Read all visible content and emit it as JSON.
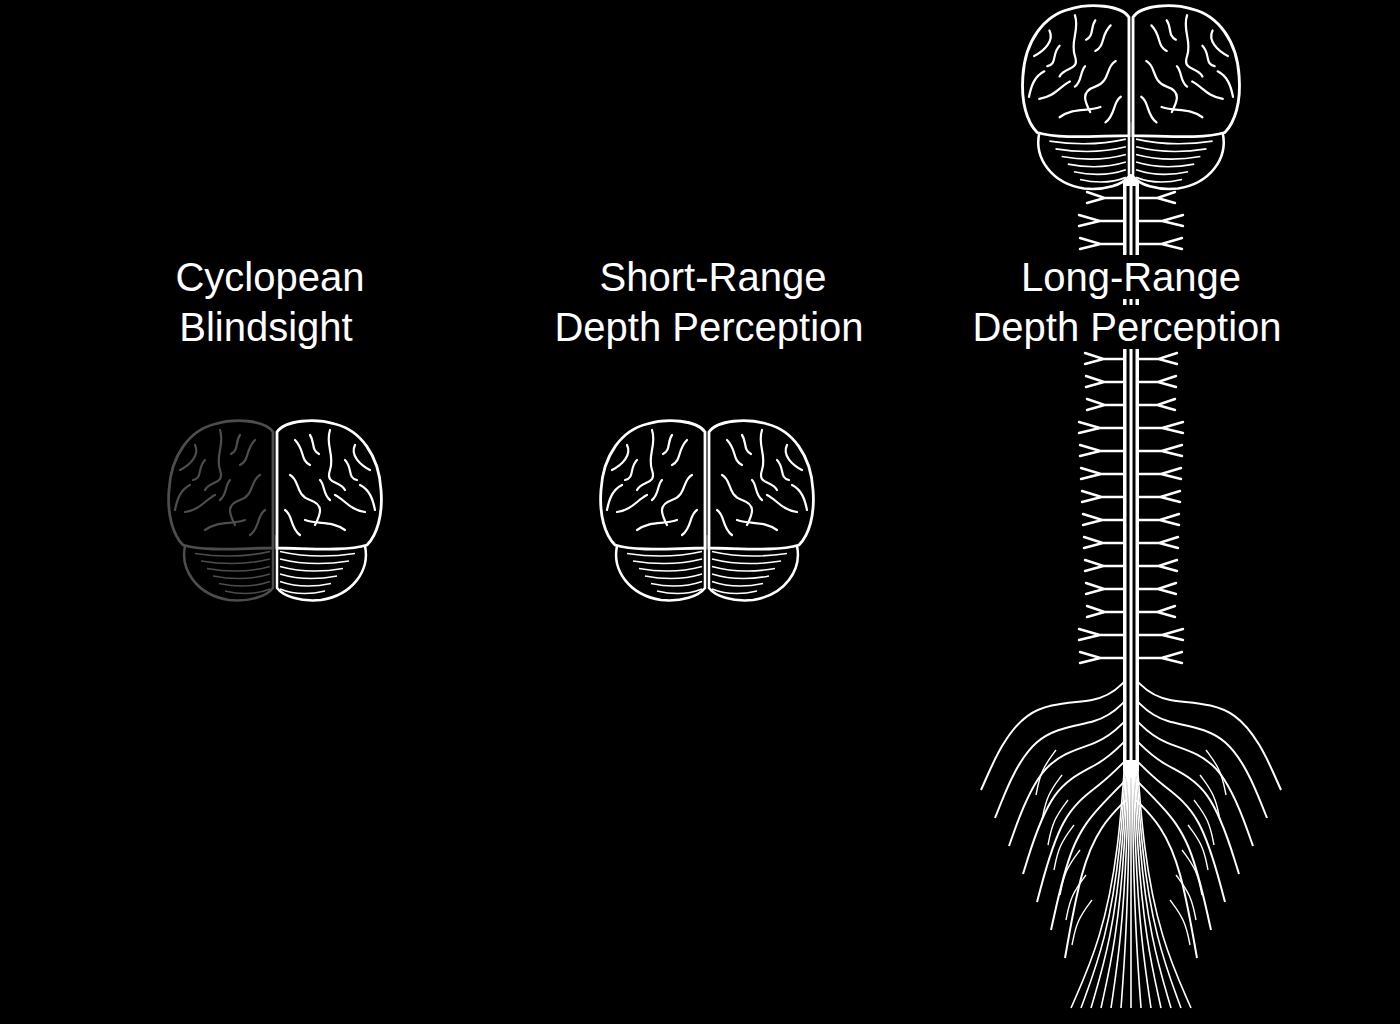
{
  "diagram": {
    "labels": [
      "Cyclopean Blindsight",
      "Short-Range Depth Perception",
      "Long-Range Depth Perception"
    ]
  }
}
